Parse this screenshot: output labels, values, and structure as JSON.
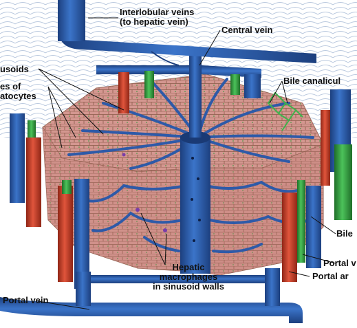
{
  "labels": {
    "interlobular_veins": "Interlobular veins",
    "to_hepatic_vein": "(to hepatic vein)",
    "central_vein": "Central vein",
    "sinusoids": "usoids",
    "plates_of": "es of",
    "hepatocytes": "atocytes",
    "bile_canaliculi": "Bile canalicul",
    "bile_duct": "Bile",
    "portal_venule": "Portal v",
    "portal_arteriole": "Portal ar",
    "hepatic_macrophages": "Hepatic",
    "macrophages_line": "macrophages",
    "in_sinusoid_walls": "in sinusoid walls",
    "portal_vein": "Portal vein"
  },
  "colors": {
    "vein": "#2e63b3",
    "vein_dark": "#1c3f7e",
    "artery": "#d2452e",
    "artery_dark": "#8f2616",
    "bile": "#38a845",
    "bile_dark": "#1f6e28",
    "tissue": "#c98a85",
    "tissue_light": "#e0aaa3",
    "tissue_top": "#d9a39c",
    "cell_line": "#7a4f3b",
    "background_mesh": "#c7d4e6"
  }
}
